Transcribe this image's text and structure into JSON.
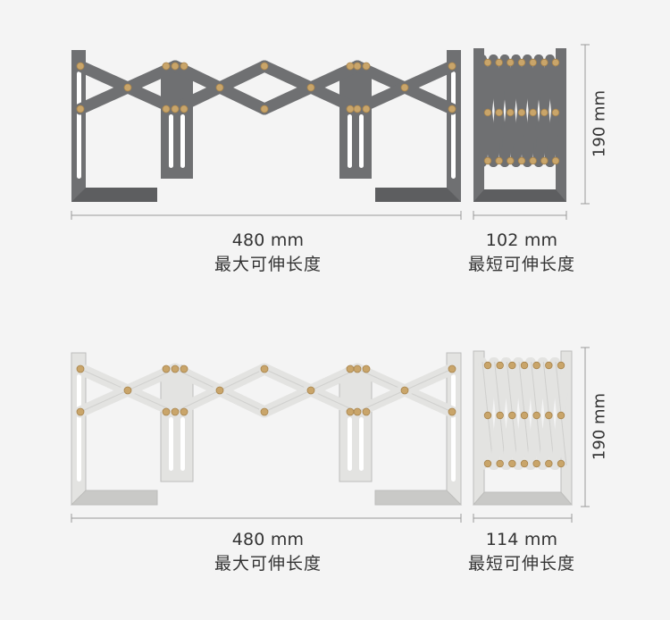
{
  "panels": [
    {
      "variant": "dark",
      "colors": {
        "metal": "#6f7072",
        "metal_edge": "#5d5e60",
        "slot": "#ffffff",
        "rivet": "#c9a56a"
      },
      "extended": {
        "length": "480 mm",
        "caption": "最大可伸长度"
      },
      "collapsed": {
        "length": "102 mm",
        "caption": "最短可伸长度"
      },
      "height": "190 mm"
    },
    {
      "variant": "light",
      "colors": {
        "metal": "#e3e3e1",
        "metal_edge": "#c9c9c7",
        "slot": "#ffffff",
        "rivet": "#c9a56a"
      },
      "extended": {
        "length": "480 mm",
        "caption": "最大可伸长度"
      },
      "collapsed": {
        "length": "114 mm",
        "caption": "最短可伸长度"
      },
      "height": "190 mm"
    }
  ]
}
